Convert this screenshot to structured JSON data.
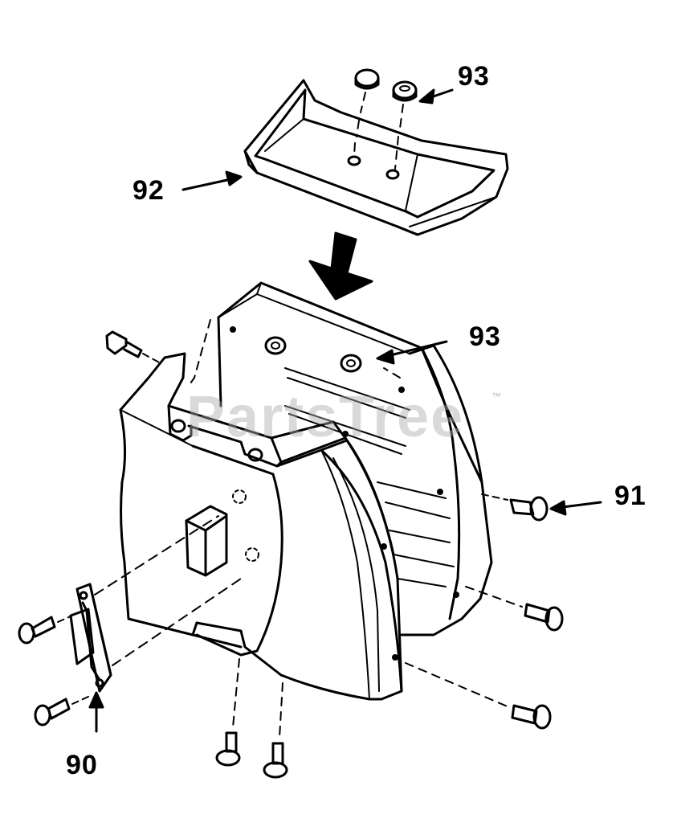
{
  "callouts": {
    "c93_top": "93",
    "c92": "92",
    "c93_mid": "93",
    "c91": "91",
    "c90": "90"
  },
  "watermark": {
    "text": "PartsTree",
    "tm": "™"
  },
  "colors": {
    "line": "#000000",
    "background": "#ffffff",
    "watermark": "#aaaaaa"
  }
}
